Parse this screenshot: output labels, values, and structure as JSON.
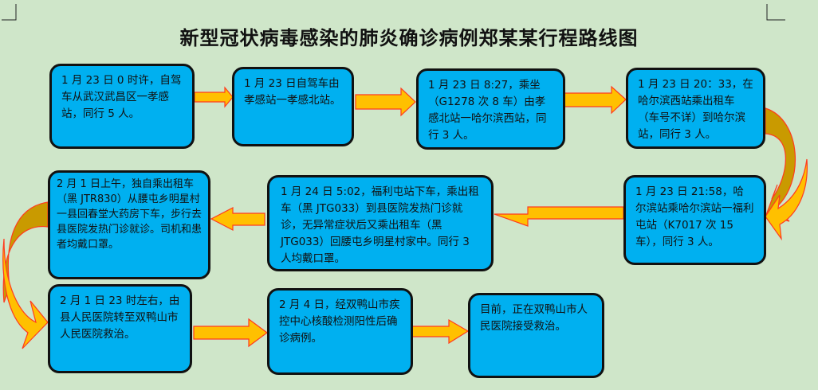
{
  "title": "新型冠状病毒感染的肺炎确诊病例郑某某行程路线图",
  "colors": {
    "background": "#cfe6c9",
    "box": "#00b0f0",
    "arrow": "#ffc000",
    "arrow_border": "#ff3b1f",
    "curve_shadow": "#c99a00"
  },
  "steps": [
    {
      "text": " 1 月 23 日 0 时许，自驾车从武汉武昌区一孝感站，同行 5 人。"
    },
    {
      "text": "1 月 23 日自驾车由孝感站一孝感北站。"
    },
    {
      "text": "1 月 23 日 8:27，乘坐（G1278 次 8 车）由孝感北站一哈尔滨西站，同行 3 人。"
    },
    {
      "text": "1 月 23 日 20：33，在哈尔滨西站乘出租车（车号不详）到哈尔滨站，同行 3 人。"
    },
    {
      "text": "1 月 23 日 21:58，哈尔滨站乘哈尔滨站一福利屯站（K7017 次 15 车），同行 3 人。"
    },
    {
      "text": "1 月 24 日 5:02，福利屯站下车，乘出租车（黑 JTG033）到县医院发热门诊就诊，无异常症状后又乘出租车（黑 JTG033）回腰屯乡明星村家中。同行 3 人均戴口罩。"
    },
    {
      "text": "2 月 1 日上午，独自乘出租车（黑 JTR830）从腰屯乡明星村一县回春堂大药房下车，步行去县医院发热门诊就诊。司机和患者均戴口罩。"
    },
    {
      "text": "2 月 1 日 23 时左右，由县人民医院转至双鸭山市人民医院救治。"
    },
    {
      "text": "2 月 4 日，经双鸭山市疾控中心核酸检测阳性后确诊病例。"
    },
    {
      "text": "目前，正在双鸭山市人民医院接受救治。"
    }
  ]
}
